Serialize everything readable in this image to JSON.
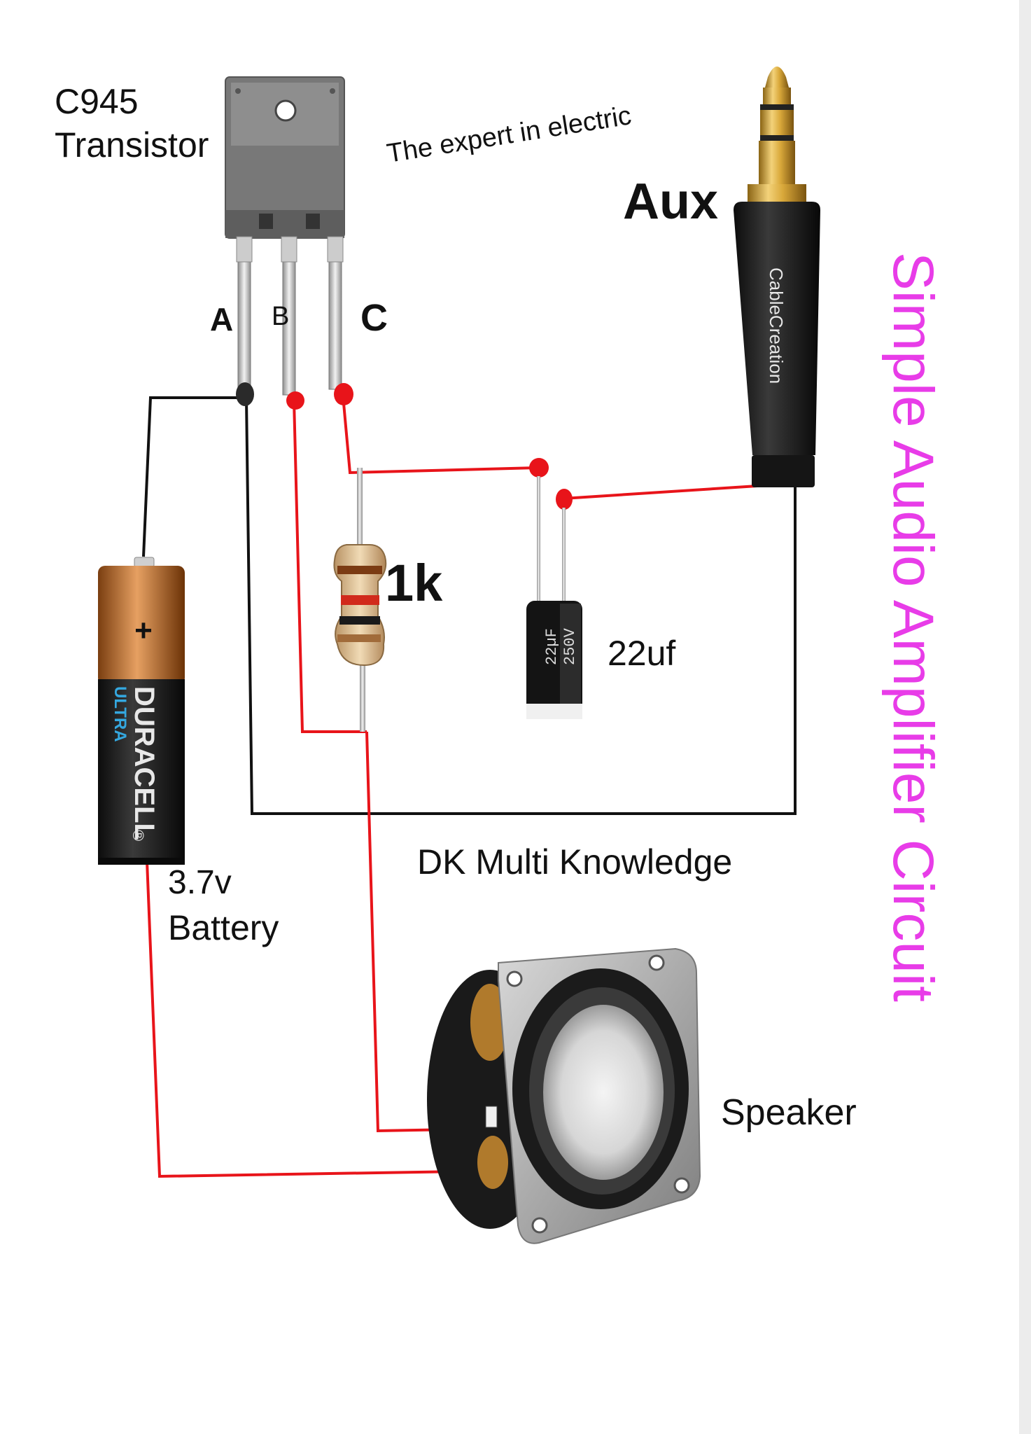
{
  "title": "Simple Audio Amplifier Circuit",
  "watermark_top": "The expert in electric",
  "watermark_bottom": "DK Multi Knowledge",
  "colors": {
    "title": "#e83ce8",
    "wire_red": "#e8141a",
    "wire_black": "#111111",
    "background": "#ffffff"
  },
  "components": {
    "transistor": {
      "name_line1": "C945",
      "name_line2": "Transistor",
      "pin_a": "A",
      "pin_b": "B",
      "pin_c": "C"
    },
    "aux": {
      "label": "Aux",
      "brand": "CableCreation"
    },
    "resistor": {
      "label": "1k"
    },
    "capacitor": {
      "label": "22uf",
      "marking_1": "22µF",
      "marking_2": "250V"
    },
    "battery": {
      "voltage": "3.7v",
      "name": "Battery",
      "plus": "+",
      "brand": "DURACELL",
      "sub_brand": "ULTRA",
      "registered": "®"
    },
    "speaker": {
      "label": "Speaker"
    }
  }
}
